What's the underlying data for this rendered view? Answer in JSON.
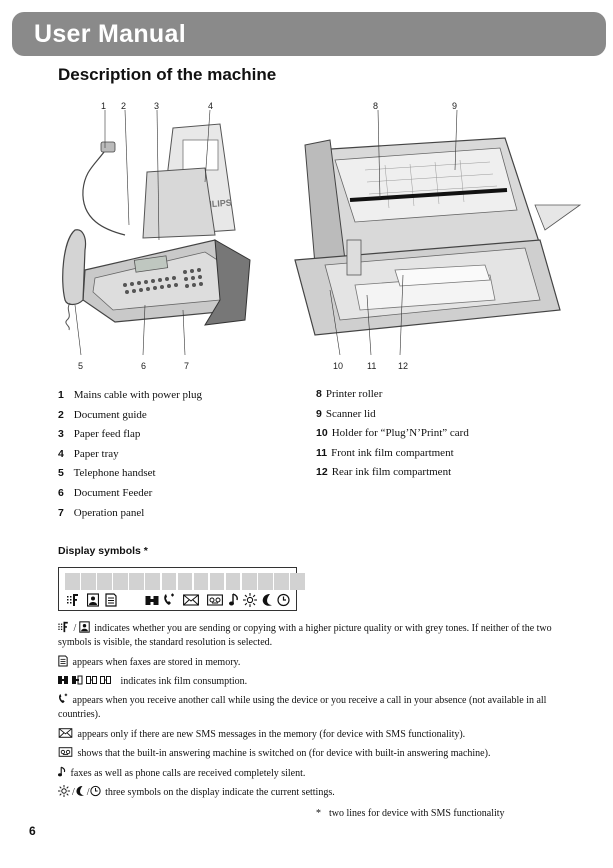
{
  "header": {
    "title": "User Manual"
  },
  "section": {
    "title": "Description of the machine"
  },
  "diagram_left": {
    "brand": "PHILIPS",
    "callouts_top": [
      "1",
      "2",
      "3",
      "4"
    ],
    "callouts_bottom": [
      "5",
      "6",
      "7"
    ]
  },
  "diagram_right": {
    "callouts_top": [
      "8",
      "9"
    ],
    "callouts_bottom": [
      "10",
      "11",
      "12"
    ]
  },
  "legend_left": [
    {
      "num": "1",
      "label": "Mains cable with power plug"
    },
    {
      "num": "2",
      "label": "Document guide"
    },
    {
      "num": "3",
      "label": "Paper feed flap"
    },
    {
      "num": "4",
      "label": "Paper tray"
    },
    {
      "num": "5",
      "label": "Telephone handset"
    },
    {
      "num": "6",
      "label": "Document Feeder"
    },
    {
      "num": "7",
      "label": "Operation panel"
    }
  ],
  "legend_right": [
    {
      "num": "8",
      "label": "Printer roller"
    },
    {
      "num": "9",
      "label": "Scanner lid"
    },
    {
      "num": "10",
      "label": "Holder for “Plug’N’Print” card"
    },
    {
      "num": "11",
      "label": "Front ink film compartment"
    },
    {
      "num": "12",
      "label": "Rear ink film compartment"
    }
  ],
  "display": {
    "title": "Display symbols *",
    "cell_count": 15,
    "icons": [
      "fine-resolution-icon",
      "photo-icon",
      "memory-icon",
      "ink-film-icon",
      "call-waiting-icon",
      "sms-envelope-icon",
      "answering-machine-icon",
      "silent-icon",
      "sun-icon",
      "moon-icon",
      "clock-icon"
    ]
  },
  "descriptions": [
    {
      "separator": " / ",
      "text": " indicates whether you are sending or copying with a higher picture quality or with grey tones. If neither of the two symbols is visible, the standard resolution is selected."
    },
    {
      "text": " appears when faxes are stored in memory."
    },
    {
      "text": " indicates ink film consumption."
    },
    {
      "text": " appears when you receive another call while using the device or you receive a call in your absence (not available in all countries)."
    },
    {
      "text": " appears only if there are new SMS messages in the memory (for device with SMS functionality)."
    },
    {
      "text": " shows that the built-in answering machine is switched on (for device with built-in answering machine)."
    },
    {
      "text": " faxes as well as phone calls are received completely silent."
    },
    {
      "text": " three symbols on the display indicate the current settings."
    }
  ],
  "footnote": {
    "star": "*",
    "text": "two lines for device with SMS functionality"
  },
  "page": {
    "number": "6"
  }
}
